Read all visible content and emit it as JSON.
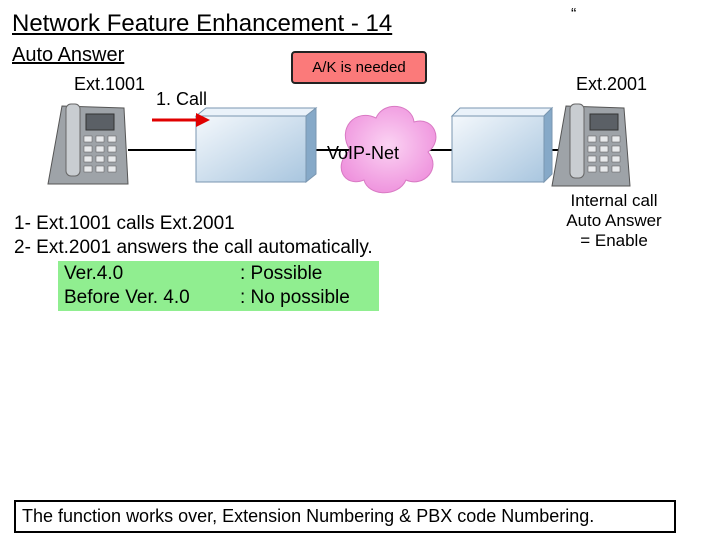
{
  "title": "Network Feature Enhancement - 14",
  "quote_mark": "“",
  "subtitle": "Auto Answer",
  "left_phone": {
    "ext_label": "Ext.1001"
  },
  "call_label": "1. Call",
  "ak_label": "A/K is needed",
  "right_phone": {
    "ext_label": "Ext.2001"
  },
  "network_label": "VoIP-Net",
  "settings_lines": [
    "Internal call",
    "Auto Answer",
    "= Enable"
  ],
  "steps": [
    "1- Ext.1001 calls Ext.2001",
    "2- Ext.2001 answers the call automatically."
  ],
  "version_table": [
    {
      "version": "Ver.4.0",
      "result": ": Possible"
    },
    {
      "version": "Before Ver. 4.0",
      "result": ": No possible"
    }
  ],
  "footer": "The function works over, Extension Numbering & PBX code Numbering.",
  "colors": {
    "ak_box": "#fb7a7a",
    "version_box": "#90ee90",
    "cloud": "#f6a9e6",
    "arrow": "#e00000",
    "pbx": "#c8ddee"
  }
}
